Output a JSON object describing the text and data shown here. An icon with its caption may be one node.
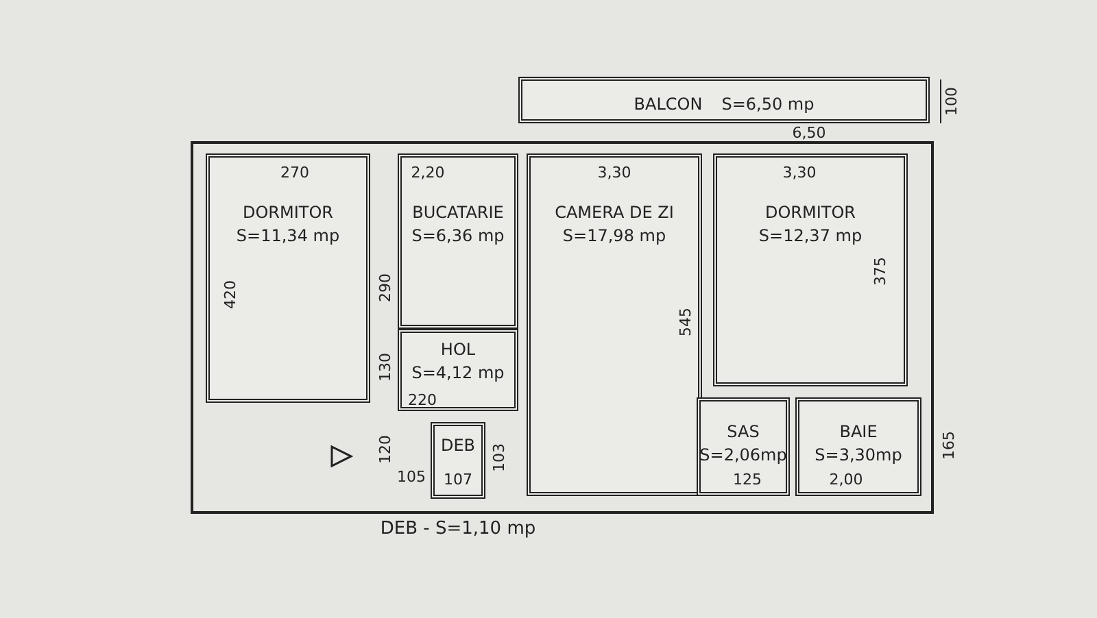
{
  "diagram": {
    "nodes": [
      {
        "text": [
          "BALCON",
          "S=6,50 mp"
        ]
      },
      {
        "text": [
          "DORMITOR",
          "S=11,34 mp"
        ]
      },
      {
        "text": [
          "BUCATARIE",
          "S=6,36 mp"
        ]
      },
      {
        "text": [
          "CAMERA DE ZI",
          "S=17,98 mp"
        ]
      },
      {
        "text": [
          "DORMITOR",
          "S=12,37 mp"
        ]
      },
      {
        "text": [
          "HOL",
          "S=4,12 mp"
        ]
      },
      {
        "text": [
          "DEB"
        ],
        "beside": [
          "DEB - S=1,10 mp"
        ]
      },
      {
        "text": [
          "SAS",
          "S=2,06mp"
        ]
      },
      {
        "text": [
          "BAIE",
          "S=3,30mp"
        ]
      }
    ],
    "labels": [
      "6,50",
      "100",
      "270",
      "2,20",
      "3,30",
      "3,30",
      "420",
      "290",
      "545",
      "375",
      "130",
      "220",
      "120",
      "105",
      "107",
      "103",
      "165",
      "125",
      "2,00"
    ]
  }
}
